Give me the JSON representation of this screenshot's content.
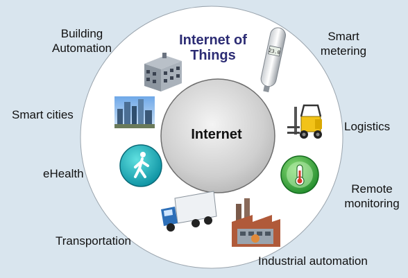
{
  "colors": {
    "background": "#d9e5ee",
    "ring": "#ffffff",
    "hub_fill": "#cfcfcf",
    "title": "#2c2c74"
  },
  "diagram": {
    "outer_title": "Internet of Things",
    "center_label": "Internet",
    "applications": [
      {
        "label": "Building Automation",
        "icon": "building-icon"
      },
      {
        "label": "Smart metering",
        "icon": "smart-meter-icon"
      },
      {
        "label": "Logistics",
        "icon": "forklift-icon"
      },
      {
        "label": "Remote monitoring",
        "icon": "thermometer-icon"
      },
      {
        "label": "Industrial automation",
        "icon": "factory-icon"
      },
      {
        "label": "Transportation",
        "icon": "truck-icon"
      },
      {
        "label": "eHealth",
        "icon": "walking-person-icon"
      },
      {
        "label": "Smart cities",
        "icon": "city-skyline-icon"
      }
    ]
  }
}
